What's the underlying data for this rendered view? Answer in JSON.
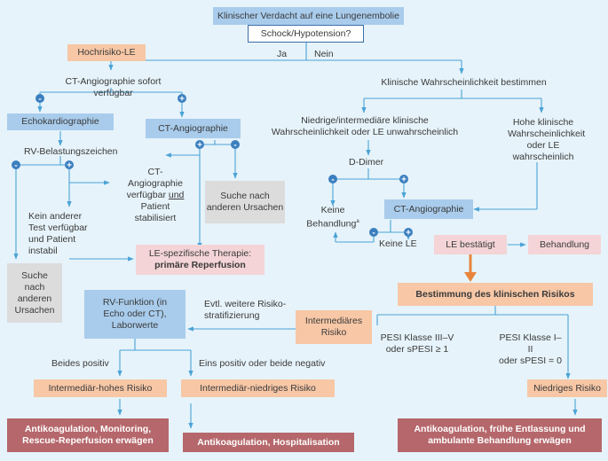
{
  "nodes": {
    "suspicion": "Klinischer Verdacht auf eine Lungenembolie",
    "shock": "Schock/Hypotension?",
    "ja": "Ja",
    "nein": "Nein",
    "high_risk": "Hochrisiko-LE",
    "ct_available": "CT-Angiographie sofort verfügbar",
    "echo": "Echokardiographie",
    "ct_angio_left": "CT-Angiographie",
    "rv_strain": "RV-Belastungszeichen",
    "ct_stab_a": "CT-",
    "ct_stab_b": "Angiographie",
    "ct_stab_c": "verfügbar",
    "ct_stab_und": "und",
    "ct_stab_d": "Patient",
    "ct_stab_e": "stabilisiert",
    "no_other_test": "Kein anderer Test verfügbar und Patient instabil",
    "search_causes_1": "Suche nach anderen Ursachen",
    "search_causes_2": "Suche nach anderen Ursachen",
    "therapy_a": "LE-spezifische Therapie:",
    "therapy_b": "primäre Reperfusion",
    "clinical_prob": "Klinische Wahrscheinlichkeit bestimmen",
    "low_prob": "Niedrige/intermediäre klinische Wahrscheinlichkeit oder LE unwahrscheinlich",
    "high_prob": "Hohe klinische Wahrscheinlichkeit oder LE wahrscheinlich",
    "ddimer": "D-Dimer",
    "no_treatment": "Keine Behandlung",
    "no_treatment_sup": "a",
    "ct_angio_right": "CT-Angiographie",
    "keine_le": "Keine LE",
    "le_confirmed": "LE bestätigt",
    "treatment": "Behandlung",
    "risk_assess": "Bestimmung des klinischen Risikos",
    "rv_function": "RV-Funktion (in Echo oder CT), Laborwerte",
    "further_risk": "Evtl. weitere Risiko-stratifizierung",
    "intermediate_risk": "Intermediäres Risiko",
    "pesi_high_a": "PESI Klasse III–V",
    "pesi_high_b": "oder sPESI ≥ 1",
    "pesi_low_a": "PESI Klasse I–II",
    "pesi_low_b": "oder sPESI = 0",
    "both_positive": "Beides positiv",
    "one_positive": "Eins positiv oder beide negativ",
    "int_high": "Intermediär-hohes Risiko",
    "int_low": "Intermediär-niedriges Risiko",
    "low_risk": "Niedriges Risiko",
    "action_high": "Antikoagulation, Monitoring, Rescue-Reperfusion erwägen",
    "action_mid": "Antikoagulation, Hospitalisation",
    "action_low": "Antikoagulation, frühe Entlassung und ambulante Behandlung erwägen"
  },
  "colors": {
    "line": "#4aa3d6",
    "accent_arrow": "#e8843a",
    "blue_box": "#a9ccec",
    "orange_box": "#f7c7a6",
    "pink_box": "#f4d4d6",
    "grey_box": "#dcdcdc",
    "dark_box": "#b5676b",
    "background": "#e6f3fa"
  }
}
